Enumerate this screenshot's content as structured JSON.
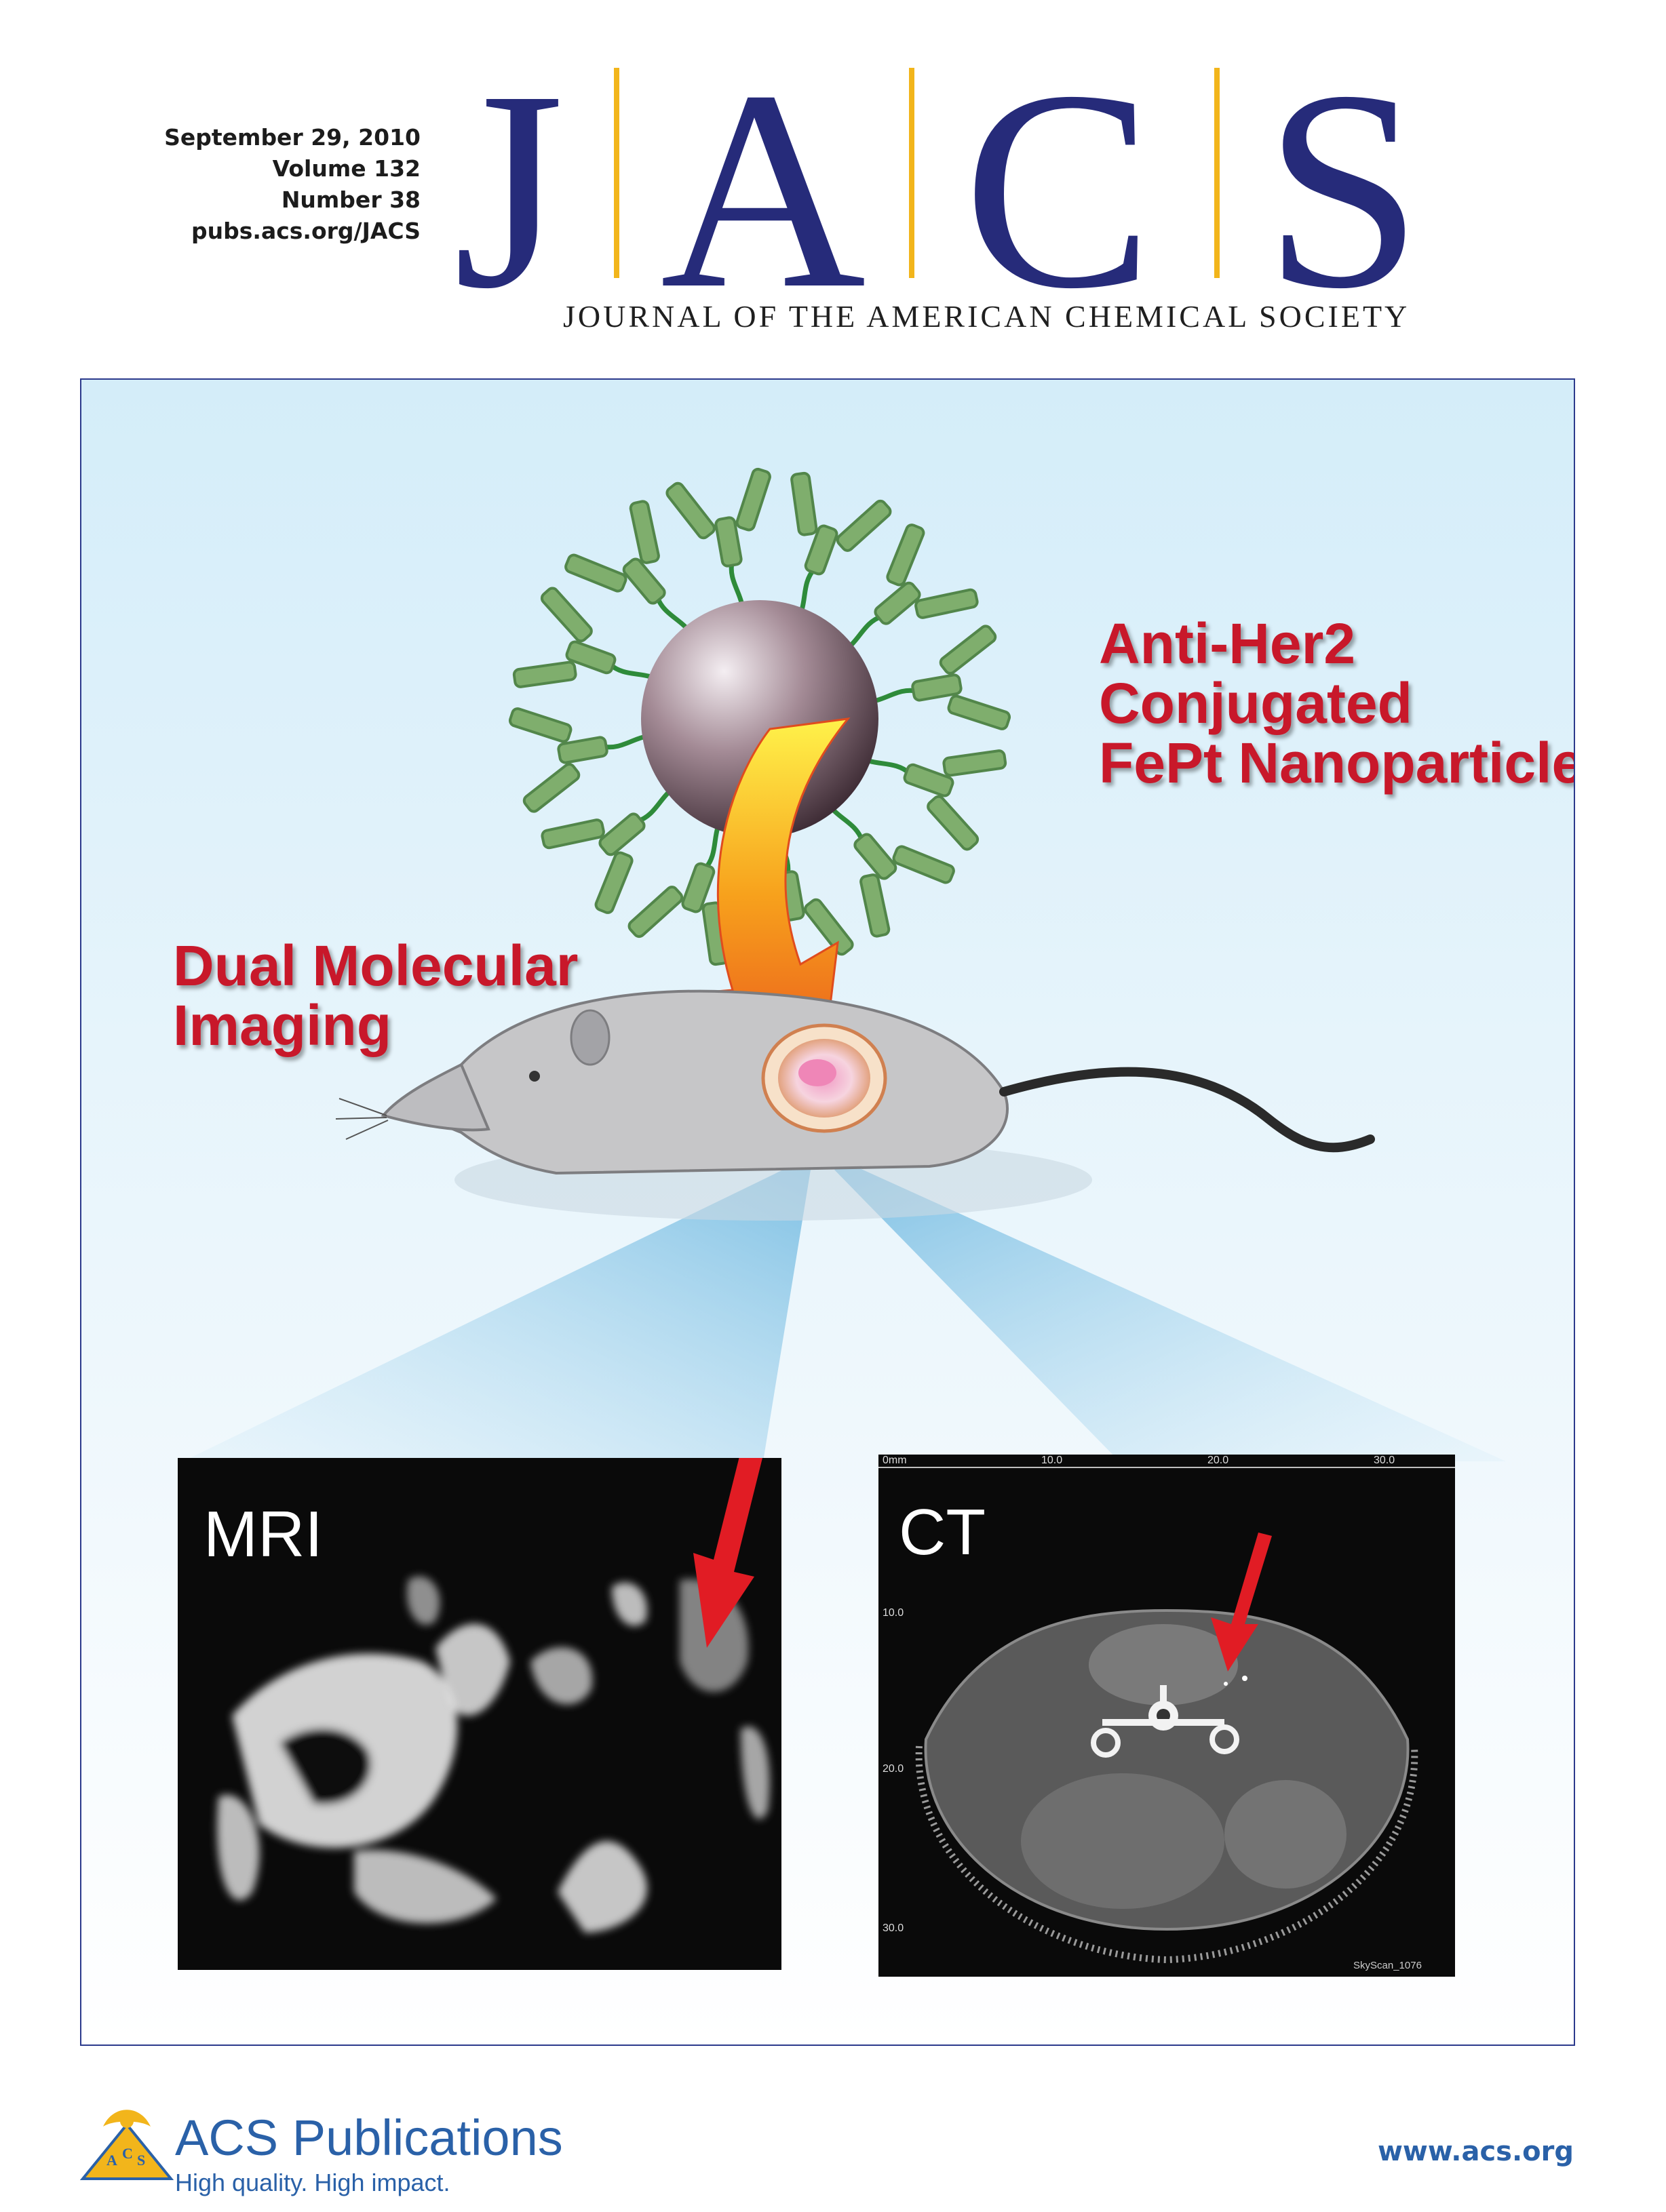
{
  "issue": {
    "date": "September 29, 2010",
    "volume": "Volume 132",
    "number": "Number 38",
    "url": "pubs.acs.org/JACS"
  },
  "masthead": {
    "letters": [
      "J",
      "A",
      "C",
      "S"
    ],
    "journal_name": "JOURNAL OF THE AMERICAN CHEMICAL SOCIETY",
    "letter_color": "#262b7a",
    "bar_color": "#f2b51b"
  },
  "cover_art": {
    "nanoparticle_caption": [
      "Anti-Her2",
      "Conjugated",
      "FePt Nanoparticles"
    ],
    "imaging_caption": [
      "Dual Molecular",
      "Imaging"
    ],
    "mri_label": "MRI",
    "ct_label": "CT",
    "ct_ticks_x": [
      "0mm",
      "10.0",
      "20.0",
      "30.0"
    ],
    "ct_ticks_y": [
      "10.0",
      "20.0",
      "30.0"
    ],
    "ct_watermark": "SkyScan_1076",
    "caption_color": "#c8182a"
  },
  "footer": {
    "brand": "ACS Publications",
    "tagline": "High quality. High impact.",
    "website": "www.acs.org",
    "brand_color": "#2a61a8"
  }
}
